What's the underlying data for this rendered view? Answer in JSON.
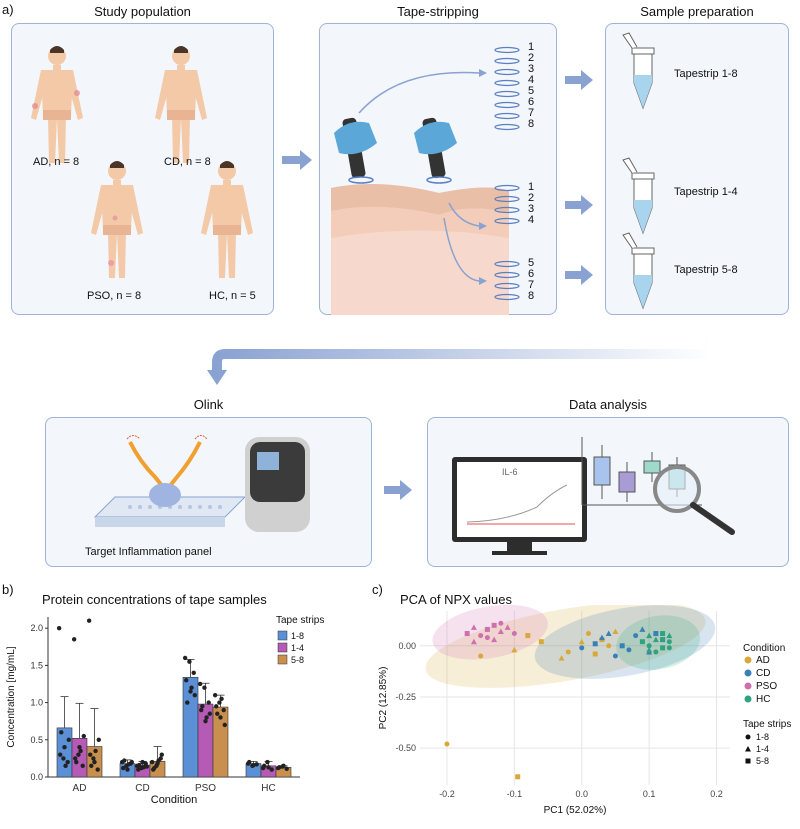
{
  "panel_a": {
    "letter": "a)",
    "study_population": {
      "title": "Study population",
      "groups": [
        "AD, n = 8",
        "CD, n = 8",
        "PSO, n = 8",
        "HC, n = 5"
      ]
    },
    "tape_stripping": {
      "title": "Tape-stripping",
      "strips_top": [
        "1",
        "2",
        "3",
        "4",
        "5",
        "6",
        "7",
        "8"
      ],
      "strips_mid": [
        "1",
        "2",
        "3",
        "4"
      ],
      "strips_bottom": [
        "5",
        "6",
        "7",
        "8"
      ]
    },
    "sample_preparation": {
      "title": "Sample preparation",
      "tubes": [
        "Tapestrip 1-8",
        "Tapestrip 1-4",
        "Tapestrip 5-8"
      ]
    },
    "olink": {
      "title": "Olink",
      "caption": "Target Inflammation panel"
    },
    "data_analysis": {
      "title": "Data analysis",
      "screen_label": "IL-6"
    },
    "colors": {
      "box_border": "#9fb4d6",
      "box_fill": "#f3f6fb",
      "arrow": "#8aa2d2",
      "glove": "#5aa7d8"
    }
  },
  "panel_b": {
    "letter": "b)",
    "chart_data": {
      "type": "bar",
      "title": "Protein concentrations of tape samples",
      "xlabel": "Condition",
      "ylabel": "Concentration [mg/mL]",
      "categories": [
        "AD",
        "CD",
        "PSO",
        "HC"
      ],
      "ylim": [
        0,
        2.15
      ],
      "yticks": [
        "0.0",
        "0.5",
        "1.0",
        "1.5",
        "2.0"
      ],
      "legend_title": "Tape strips",
      "legend_position": "top-right",
      "series": [
        {
          "name": "1-8",
          "color": "#5b8fd6",
          "values": [
            0.66,
            0.18,
            1.34,
            0.18
          ],
          "err": [
            0.42,
            0.05,
            0.24,
            0.03
          ],
          "points": [
            [
              2.0,
              0.25,
              0.2,
              0.3,
              0.4,
              0.5,
              0.6,
              0.15
            ],
            [
              0.2,
              0.15,
              0.18,
              0.12,
              0.1,
              0.2,
              0.22,
              0.17
            ],
            [
              1.6,
              1.55,
              1.4,
              1.3,
              1.15,
              1.1,
              1.0,
              1.2
            ],
            [
              0.18,
              0.15,
              0.17,
              0.2,
              0.16
            ]
          ]
        },
        {
          "name": "1-4",
          "color": "#b55ab5",
          "values": [
            0.52,
            0.16,
            0.98,
            0.15
          ],
          "err": [
            0.47,
            0.05,
            0.28,
            0.06
          ],
          "points": [
            [
              1.85,
              0.3,
              0.15,
              0.25,
              0.4,
              0.55,
              0.2,
              0.35
            ],
            [
              0.15,
              0.12,
              0.18,
              0.1,
              0.2,
              0.14,
              0.16,
              0.13
            ],
            [
              1.25,
              1.2,
              1.0,
              0.9,
              0.75,
              0.85,
              0.95,
              0.8
            ],
            [
              0.12,
              0.2,
              0.1,
              0.15,
              0.13
            ]
          ]
        },
        {
          "name": "5-8",
          "color": "#c98f4f",
          "values": [
            0.41,
            0.21,
            0.94,
            0.13
          ],
          "err": [
            0.51,
            0.2,
            0.16,
            0.02
          ],
          "points": [
            [
              2.1,
              0.25,
              0.1,
              0.3,
              0.2,
              0.5,
              0.15,
              0.35
            ],
            [
              0.2,
              0.15,
              0.25,
              0.1,
              0.18,
              0.3,
              0.12,
              0.22
            ],
            [
              1.1,
              1.0,
              0.9,
              0.95,
              0.8,
              0.7,
              0.85,
              1.05
            ],
            [
              0.12,
              0.14,
              0.11,
              0.13,
              0.15
            ]
          ]
        }
      ]
    }
  },
  "panel_c": {
    "letter": "c)",
    "chart_data": {
      "type": "scatter",
      "title": "PCA of NPX values",
      "xlabel": "PC1 (52.02%)",
      "ylabel": "PC2 (12.85%)",
      "xlim": [
        -0.24,
        0.22
      ],
      "ylim": [
        -0.68,
        0.17
      ],
      "xticks": [
        "-0.2",
        "-0.1",
        "0.0",
        "0.1",
        "0.2"
      ],
      "yticks": [
        "0.00",
        "-0.25",
        "-0.50"
      ],
      "grid": true,
      "legend_position": "right",
      "condition_title": "Condition",
      "shape_title": "Tape strips",
      "shapes": [
        "1-8",
        "1-4",
        "5-8"
      ],
      "series": [
        {
          "name": "AD",
          "color": "#d8a93a",
          "points": [
            [
              -0.2,
              -0.48,
              "circle"
            ],
            [
              -0.095,
              -0.64,
              "square"
            ],
            [
              -0.15,
              -0.05,
              "circle"
            ],
            [
              -0.1,
              -0.02,
              "triangle"
            ],
            [
              -0.06,
              0.02,
              "square"
            ],
            [
              -0.02,
              -0.03,
              "circle"
            ],
            [
              0.0,
              0.02,
              "triangle"
            ],
            [
              0.02,
              -0.04,
              "square"
            ],
            [
              0.04,
              0.0,
              "circle"
            ],
            [
              0.05,
              0.07,
              "triangle"
            ],
            [
              -0.08,
              0.05,
              "square"
            ],
            [
              0.01,
              0.06,
              "circle"
            ],
            [
              -0.03,
              -0.06,
              "triangle"
            ],
            [
              0.03,
              0.03,
              "square"
            ]
          ]
        },
        {
          "name": "CD",
          "color": "#3a7fb5",
          "points": [
            [
              0.0,
              -0.01,
              "circle"
            ],
            [
              0.03,
              0.04,
              "triangle"
            ],
            [
              0.06,
              0.0,
              "square"
            ],
            [
              0.08,
              0.05,
              "circle"
            ],
            [
              0.1,
              -0.03,
              "triangle"
            ],
            [
              0.12,
              0.03,
              "square"
            ],
            [
              0.05,
              -0.05,
              "circle"
            ],
            [
              0.09,
              0.08,
              "triangle"
            ],
            [
              0.02,
              0.01,
              "square"
            ],
            [
              0.07,
              -0.02,
              "circle"
            ],
            [
              0.11,
              0.06,
              "square"
            ],
            [
              0.04,
              0.06,
              "triangle"
            ]
          ]
        },
        {
          "name": "PSO",
          "color": "#d06fae",
          "points": [
            [
              -0.16,
              0.09,
              "triangle"
            ],
            [
              -0.15,
              0.05,
              "circle"
            ],
            [
              -0.13,
              0.1,
              "square"
            ],
            [
              -0.12,
              0.07,
              "triangle"
            ],
            [
              -0.14,
              0.04,
              "circle"
            ],
            [
              -0.11,
              0.09,
              "triangle"
            ],
            [
              -0.17,
              0.06,
              "square"
            ],
            [
              -0.13,
              0.03,
              "triangle"
            ],
            [
              -0.1,
              0.06,
              "circle"
            ],
            [
              -0.16,
              0.02,
              "triangle"
            ],
            [
              -0.12,
              0.11,
              "circle"
            ],
            [
              -0.14,
              0.08,
              "square"
            ]
          ]
        },
        {
          "name": "HC",
          "color": "#2fa37f",
          "points": [
            [
              0.1,
              0.0,
              "circle"
            ],
            [
              0.11,
              0.03,
              "triangle"
            ],
            [
              0.12,
              -0.01,
              "square"
            ],
            [
              0.13,
              0.02,
              "circle"
            ],
            [
              0.1,
              0.05,
              "triangle"
            ],
            [
              0.12,
              0.06,
              "square"
            ],
            [
              0.11,
              -0.03,
              "circle"
            ],
            [
              0.13,
              0.05,
              "triangle"
            ],
            [
              0.09,
              0.02,
              "square"
            ],
            [
              0.12,
              0.03,
              "circle"
            ],
            [
              0.1,
              -0.02,
              "triangle"
            ],
            [
              0.13,
              -0.01,
              "circle"
            ]
          ]
        }
      ]
    }
  }
}
